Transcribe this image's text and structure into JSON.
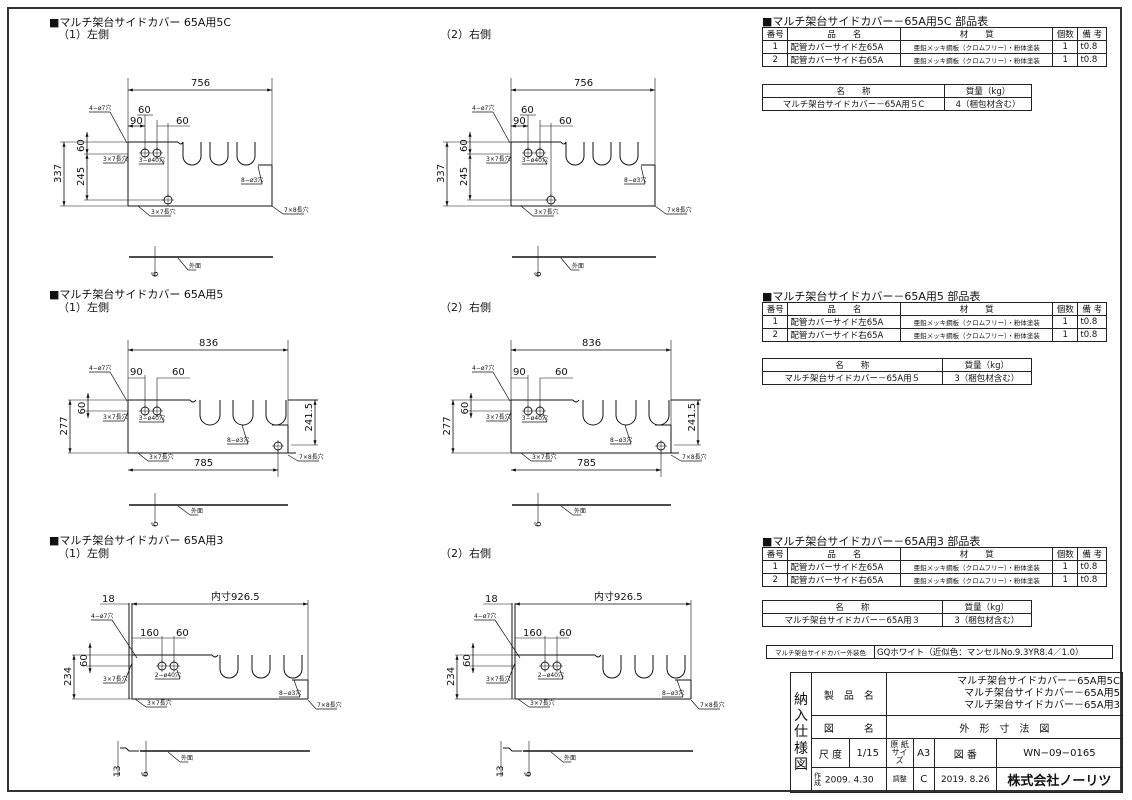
{
  "sections": [
    {
      "title": "■マルチ架台サイドカバー 65A用5C",
      "views": [
        {
          "label": "（1）左側",
          "width": "756",
          "height": "337",
          "sub_height": "245",
          "top_offset": "60",
          "hole_offset": "90",
          "hole_pitch_top": "60",
          "hole_pitch": "60"
        },
        {
          "label": "（2）右側",
          "width": "756",
          "height": "337",
          "sub_height": "245",
          "top_offset": "60",
          "hole_offset": "90",
          "hole_pitch_top": "60",
          "hole_pitch": "60"
        }
      ],
      "bom_title": "■マルチ架台サイドカバー－65A用5C 部品表",
      "mass_name": "マルチ架台サイドカバー－65A用５C",
      "mass_value": "4（梱包材含む）"
    },
    {
      "title": "■マルチ架台サイドカバー 65A用5",
      "views": [
        {
          "label": "（1）左側",
          "width": "836",
          "height": "277",
          "right_height": "241.5",
          "top_offset": "60",
          "hole_offset": "90",
          "hole_pitch": "60",
          "bottom_width": "785"
        },
        {
          "label": "（2）右側",
          "width": "836",
          "height": "277",
          "right_height": "241.5",
          "top_offset": "60",
          "hole_offset": "90",
          "hole_pitch": "60",
          "bottom_width": "785"
        }
      ],
      "bom_title": "■マルチ架台サイドカバー－65A用5 部品表",
      "mass_name": "マルチ架台サイドカバー－65A用５",
      "mass_value": "3（梱包材含む）"
    },
    {
      "title": "■マルチ架台サイドカバー 65A用3",
      "views": [
        {
          "label": "（1）左側",
          "width": "内寸926.5",
          "flange": "18",
          "height": "234",
          "top_offset": "60",
          "hole_offset": "160",
          "hole_pitch": "60",
          "step": "13"
        },
        {
          "label": "（2）右側",
          "width": "内寸926.5",
          "flange": "18",
          "height": "234",
          "top_offset": "60",
          "hole_offset": "160",
          "hole_pitch": "60",
          "step": "13"
        }
      ],
      "bom_title": "■マルチ架台サイドカバー－65A用3 部品表",
      "mass_name": "マルチ架台サイドカバー－65A用３",
      "mass_value": "3（梱包材含む）"
    }
  ],
  "notes": {
    "hole_4": "4−ø7穴",
    "hole_3x7": "3×7長穴",
    "hole_40_3": "3−ø40穴",
    "hole_40_2": "2−ø40穴",
    "hole_8": "8−ø3穴",
    "hole_7x8": "7×8長穴",
    "outer": "外面",
    "thickness": "6"
  },
  "bom": {
    "headers": [
      "番号",
      "品　　名",
      "材　　質",
      "個数",
      "備 考"
    ],
    "rows": [
      [
        "1",
        "配管カバーサイド左65A",
        "亜鉛メッキ鋼板（クロムフリー）・粉体塗装",
        "1",
        "t0.8"
      ],
      [
        "2",
        "配管カバーサイド右65A",
        "亜鉛メッキ鋼板（クロムフリー）・粉体塗装",
        "1",
        "t0.8"
      ]
    ],
    "mass_headers": [
      "名　　称",
      "質量（kg）"
    ]
  },
  "color_spec": {
    "label": "マルチ架台サイドカバー外装色",
    "value": "GQホワイト（近似色：マンセルNo.9.3YR8.4／1.0）"
  },
  "title_block": {
    "side": "納入仕様図",
    "product_label": "製　品　名",
    "products": [
      "マルチ架台サイドカバー－65A用5C",
      "マルチ架台サイドカバー－65A用5",
      "マルチ架台サイドカバー－65A用3"
    ],
    "drawing_label": "図　　　名",
    "drawing_name": "外　形　寸　法　図",
    "scale_label": "尺 度",
    "scale": "1/15",
    "paper_label": "原 紙 サイズ",
    "paper": "A3",
    "number_label": "図 番",
    "number": "WN−09−0165",
    "created_label": "作成",
    "created": "2009. 4.30",
    "revised_label": "調整",
    "revision": "C",
    "revised": "2019. 8.26",
    "company": "株式会社ノーリツ"
  }
}
